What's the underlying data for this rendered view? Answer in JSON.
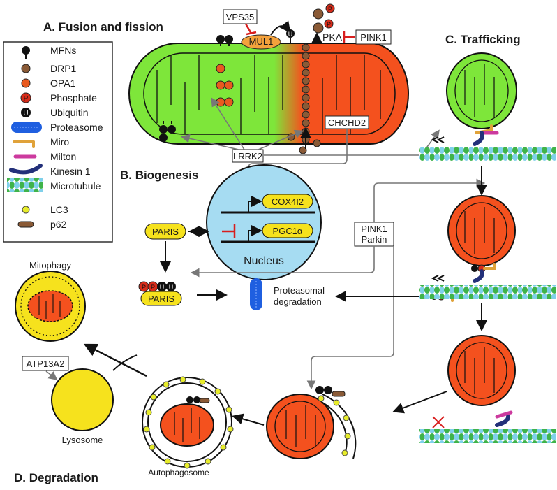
{
  "sections": {
    "fusion": "A. Fusion and fission",
    "biogenesis": "B. Biogenesis",
    "trafficking": "C. Trafficking",
    "degradation": "D. Degradation"
  },
  "legend": [
    {
      "icon": "mfn-icon",
      "label": "MFNs"
    },
    {
      "icon": "drp1-icon",
      "label": "DRP1"
    },
    {
      "icon": "opa1-icon",
      "label": "OPA1"
    },
    {
      "icon": "phosphate-icon",
      "label": "Phosphate"
    },
    {
      "icon": "ubiquitin-icon",
      "label": "Ubiquitin"
    },
    {
      "icon": "proteasome-icon",
      "label": "Proteasome"
    },
    {
      "icon": "miro-icon",
      "label": "Miro"
    },
    {
      "icon": "milton-icon",
      "label": "Milton"
    },
    {
      "icon": "kinesin-icon",
      "label": "Kinesin 1"
    },
    {
      "icon": "microtubule-icon",
      "label": "Microtubule"
    },
    {
      "icon": "lc3-icon",
      "label": "LC3"
    },
    {
      "icon": "p62-icon",
      "label": "p62"
    }
  ],
  "labels": {
    "vps35": "VPS35",
    "mul1": "MUL1",
    "pka": "PKA",
    "pink1": "PINK1",
    "lrrk2": "LRRK2",
    "chchd2": "CHCHD2",
    "cox4i2": "COX4I2",
    "pgc1a": "PGC1α",
    "nucleus": "Nucleus",
    "paris": "PARIS",
    "paris2": "PARIS",
    "pink1_parkin_1": "PINK1",
    "pink1_parkin_2": "Parkin",
    "proteasomal_1": "Proteasomal",
    "proteasomal_2": "degradation",
    "mitophagy": "Mitophagy",
    "atp13a2": "ATP13A2",
    "lysosome": "Lysosome",
    "autophagosome": "Autophagosome",
    "phos": "P",
    "ubi": "U"
  },
  "colors": {
    "healthy": "#7ee63a",
    "damaged": "#f4511e",
    "nucleus": "#a6dcf2",
    "yellow": "#f6e21d",
    "drp1": "#8a5a36",
    "opa1": "#e85a1f",
    "phosphate": "#d62c1a",
    "inhibit": "#d81e1e",
    "microtubule_a": "#3fb34a",
    "microtubule_b": "#7fd0ea"
  }
}
